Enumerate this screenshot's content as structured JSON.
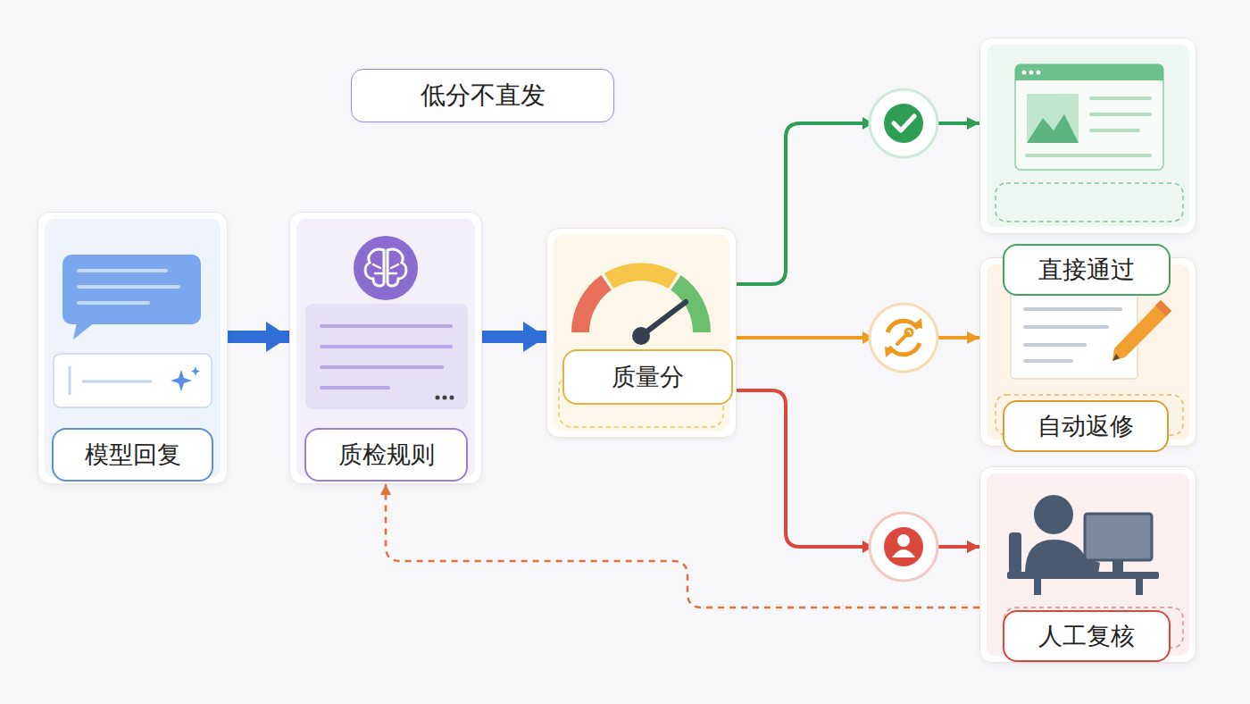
{
  "diagram": {
    "nodes": [
      {
        "text": [
          "低分不直发"
        ]
      },
      {
        "text": [
          "模型回复"
        ]
      },
      {
        "text": [
          "质检规则"
        ]
      },
      {
        "text": [
          "质量分"
        ]
      },
      {
        "text": [
          "直接通过"
        ]
      },
      {
        "text": [
          "自动返修"
        ]
      },
      {
        "text": [
          "人工复核"
        ]
      }
    ],
    "edges": [
      {
        "from": 1,
        "to": 2,
        "arrow": "to"
      },
      {
        "from": 2,
        "to": 3,
        "arrow": "to"
      },
      {
        "from": 3,
        "to": 4,
        "arrow": "to"
      },
      {
        "from": 3,
        "to": 5,
        "arrow": "to"
      },
      {
        "from": 3,
        "to": 6,
        "arrow": "to"
      },
      {
        "from": 6,
        "to": 2,
        "arrow": "to"
      }
    ]
  }
}
